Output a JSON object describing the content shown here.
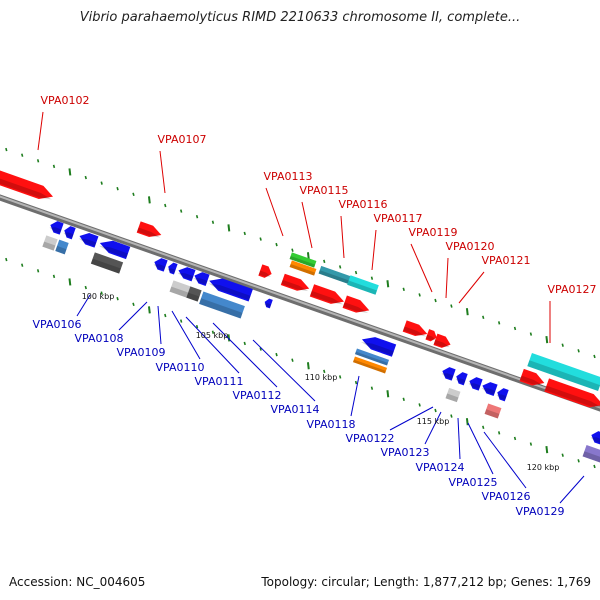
{
  "title": "Vibrio parahaemolyticus RIMD 2210633 chromosome II, complete...",
  "footer": {
    "accession": "Accession: NC_004605",
    "topology": "Topology: circular; Length: 1,877,212 bp; Genes: 1,769"
  },
  "colors": {
    "forward_label": "#cc0000",
    "reverse_label": "#0000bb",
    "backbone": "#8a8a8a",
    "tick": "#1e7d1e"
  },
  "scale_labels": [
    "100 kbp",
    "105 kbp",
    "110 kbp",
    "115 kbp",
    "120 kbp"
  ],
  "forward_genes": [
    "VPA0102",
    "VPA0107",
    "VPA0113",
    "VPA0115",
    "VPA0116",
    "VPA0117",
    "VPA0119",
    "VPA0120",
    "VPA0121",
    "VPA0127"
  ],
  "reverse_genes": [
    "VPA0106",
    "VPA0108",
    "VPA0109",
    "VPA0110",
    "VPA0111",
    "VPA0112",
    "VPA0114",
    "VPA0118",
    "VPA0122",
    "VPA0123",
    "VPA0124",
    "VPA0125",
    "VPA0126",
    "VPA0129"
  ]
}
